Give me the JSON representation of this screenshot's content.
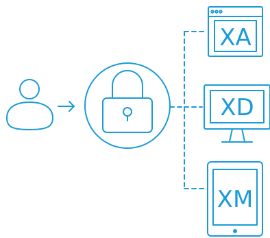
{
  "colors": {
    "accent": "#1a9bd7",
    "background": "#ffffff"
  },
  "nodes": [
    {
      "id": "user",
      "icon": "user-icon"
    },
    {
      "id": "lock",
      "icon": "padlock-icon"
    },
    {
      "id": "browser",
      "icon": "browser-window-icon",
      "label": "XA"
    },
    {
      "id": "desktop",
      "icon": "desktop-monitor-icon",
      "label": "XD"
    },
    {
      "id": "tablet",
      "icon": "tablet-icon",
      "label": "XM"
    }
  ],
  "connectors": [
    {
      "from": "user",
      "to": "lock",
      "style": "arrow"
    },
    {
      "from": "lock",
      "to": "browser",
      "style": "dashed"
    },
    {
      "from": "lock",
      "to": "desktop",
      "style": "dashed"
    },
    {
      "from": "lock",
      "to": "tablet",
      "style": "dashed"
    }
  ]
}
